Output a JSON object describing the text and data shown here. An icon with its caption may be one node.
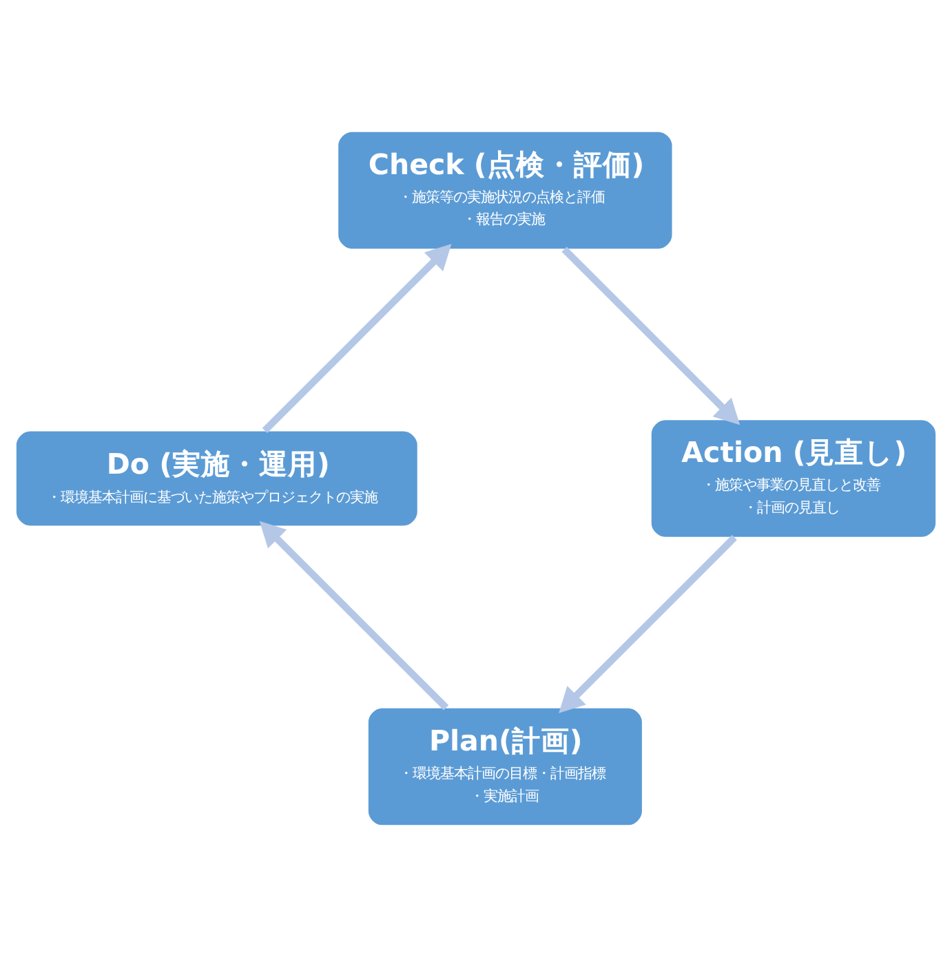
{
  "diagram": {
    "nodes": [
      {
        "text": [
          "Plan(計画)",
          "・環境基本計画の目標・計画指標",
          "・実施計画"
        ]
      },
      {
        "text": [
          "Do (実施・運用)",
          "・環境基本計画に基づいた施策やプロジェクトの実施"
        ]
      },
      {
        "text": [
          "Check (点検・評価)",
          "・施策等の実施状況の点検と評価",
          "・報告の実施"
        ]
      },
      {
        "text": [
          "Action (見直し)",
          "・施策や事業の見直しと改善",
          "・計画の見直し"
        ]
      }
    ],
    "edges": [
      {
        "from": 0,
        "to": 1,
        "arrow": "to"
      },
      {
        "from": 1,
        "to": 2,
        "arrow": "to"
      },
      {
        "from": 2,
        "to": 3,
        "arrow": "to"
      },
      {
        "from": 3,
        "to": 0,
        "arrow": "to"
      }
    ]
  }
}
